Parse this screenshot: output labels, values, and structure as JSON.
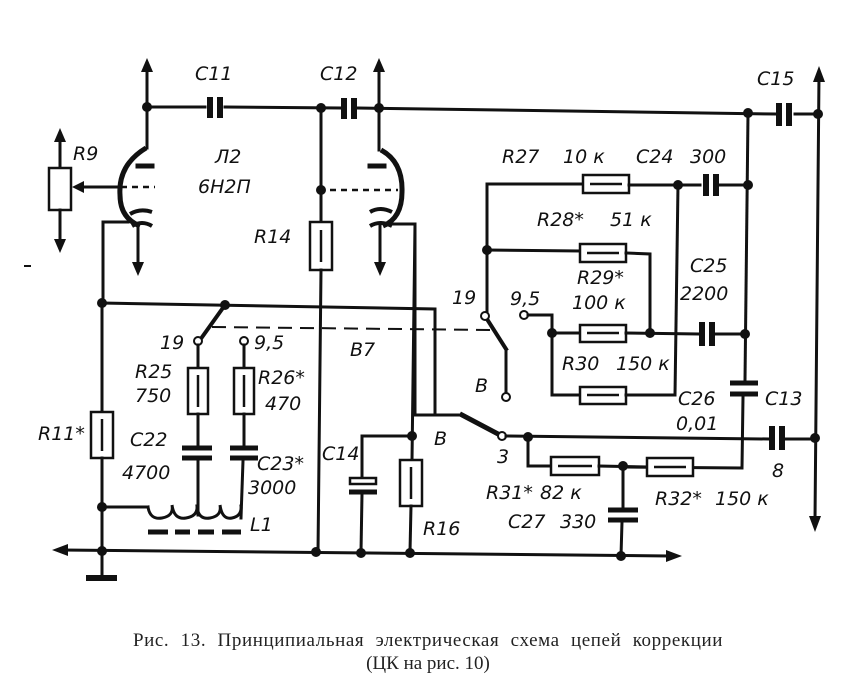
{
  "figure": {
    "caption_line1": "Рис. 13. Принципиальная электрическая схема цепей коррекции",
    "caption_line2": "(ЦК на рис. 10)"
  },
  "components": {
    "tube": {
      "name": "Л2",
      "type": "6Н2П"
    },
    "R9": "R9",
    "C11": "C11",
    "C12": "C12",
    "C15": "C15",
    "R14": "R14",
    "R11": "R11*",
    "R16": "R16",
    "C14": "C14",
    "R25": {
      "name": "R25",
      "value": "750"
    },
    "R26": {
      "name": "R26*",
      "value": "470"
    },
    "C22": {
      "name": "C22",
      "value": "4700"
    },
    "C23": {
      "name": "C23*",
      "value": "3000"
    },
    "L1": "L1",
    "R27": {
      "name": "R27",
      "value": "10 к"
    },
    "C24": {
      "name": "C24",
      "value": "300"
    },
    "R28": {
      "name": "R28*",
      "value": "51 к"
    },
    "R29": {
      "name": "R29*",
      "value": "100 к"
    },
    "C25": {
      "name": "C25",
      "value": "2200"
    },
    "R30": {
      "name": "R30",
      "value": "150 к"
    },
    "C26": {
      "name": "C26",
      "value": "0,01"
    },
    "C13": {
      "name": "C13",
      "value": "8"
    },
    "R31": {
      "name": "R31*",
      "value": "82 к"
    },
    "R32": {
      "name": "R32*",
      "value": "150 к"
    },
    "C27": {
      "name": "C27",
      "value": "330"
    },
    "switch": "B7"
  },
  "switch_positions": {
    "left_19": "19",
    "left_95": "9,5",
    "right_19": "19",
    "right_95": "9,5",
    "right_B": "B",
    "lower_B": "B",
    "lower_3": "3"
  }
}
